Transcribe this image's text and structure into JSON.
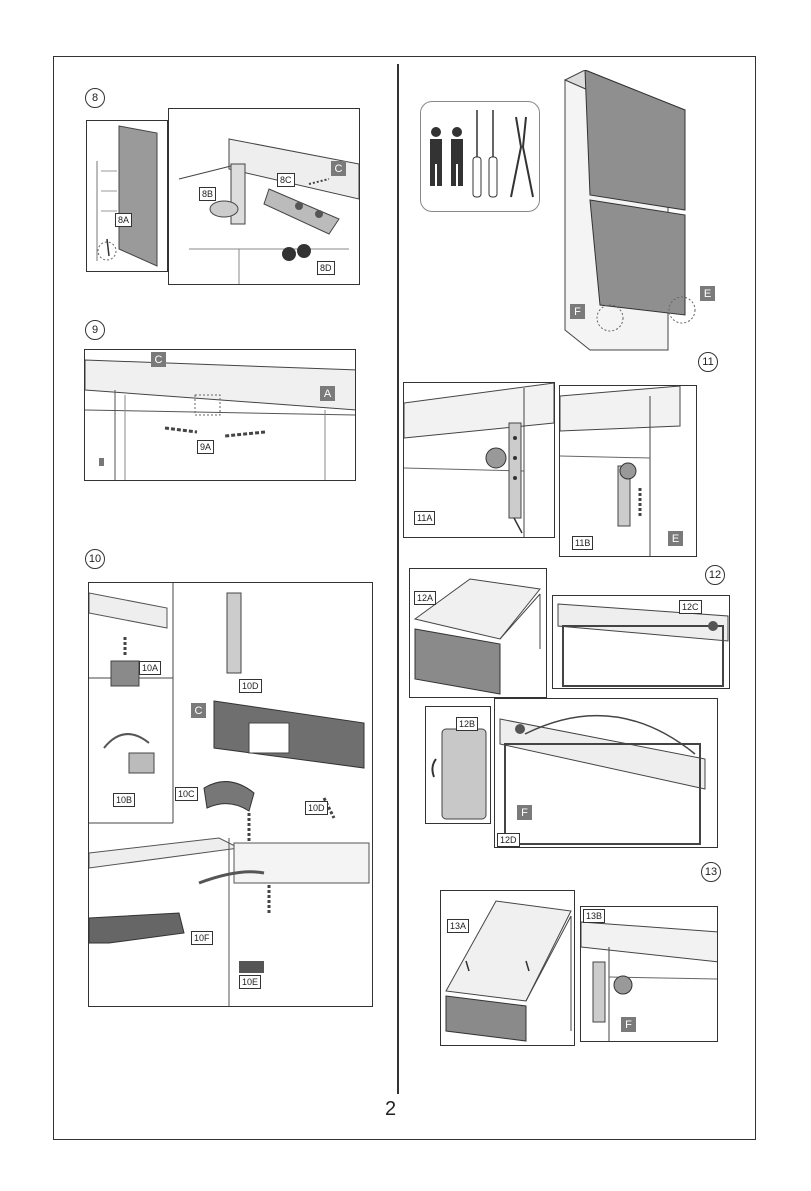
{
  "page_number": "2",
  "steps": {
    "s8": "8",
    "s9": "9",
    "s10": "10",
    "s11": "11",
    "s12": "12",
    "s13": "13"
  },
  "labels": {
    "l8a": "8A",
    "l8b": "8B",
    "l8c": "8C",
    "l8d": "8D",
    "l9a": "9A",
    "l10a": "10A",
    "l10b": "10B",
    "l10c": "10C",
    "l10d1": "10D",
    "l10d2": "10D",
    "l10e": "10E",
    "l10f": "10F",
    "l11a": "11A",
    "l11b": "11B",
    "l12a": "12A",
    "l12b": "12B",
    "l12c": "12C",
    "l12d": "12D",
    "l13a": "13A",
    "l13b": "13B"
  },
  "tags": {
    "c8": "C",
    "c9": "C",
    "a9": "A",
    "c10": "C",
    "e11": "E",
    "f11": "F",
    "e11b": "E",
    "f12": "F",
    "f13": "F"
  },
  "colors": {
    "panel_gray": "#8a8a8a",
    "light_gray": "#c8c8c8",
    "line": "#333333",
    "tag_bg": "#7a7a7a"
  }
}
